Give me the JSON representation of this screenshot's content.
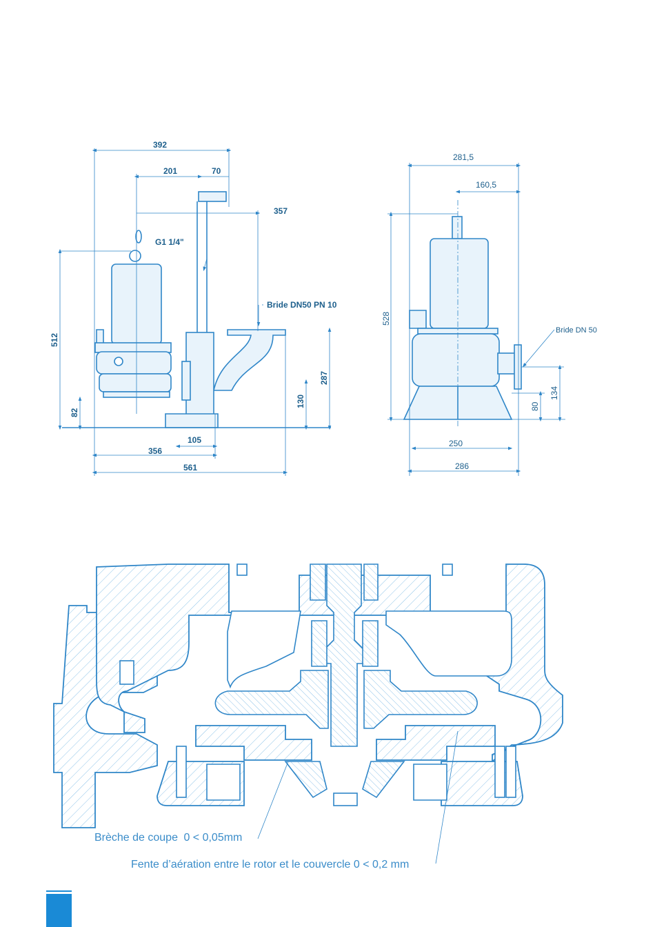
{
  "side_view": {
    "dims": {
      "d392": "392",
      "d201": "201",
      "d70": "70",
      "d357": "357",
      "d512": "512",
      "d287": "287",
      "d130": "130",
      "d82": "82",
      "d105": "105",
      "d356": "356",
      "d561": "561"
    },
    "labels": {
      "thread": "G1 1/4\"",
      "flange": "Bride DN50 PN 10"
    }
  },
  "front_view": {
    "dims": {
      "d281": "281,5",
      "d160": "160,5",
      "d528": "528",
      "d134": "134",
      "d80": "80",
      "d250": "250",
      "d286": "286"
    },
    "labels": {
      "flange": "Bride DN 50"
    }
  },
  "section": {
    "callout_cut": "Brèche de coupe",
    "callout_cut_value": "0 < 0,05mm",
    "callout_gap": "Fente d’aération entre le rotor et le couvercle 0 < 0,2 mm"
  },
  "colors": {
    "line": "#2f86c8",
    "text": "#1d5f8c",
    "tab": "#1a8ad6"
  }
}
